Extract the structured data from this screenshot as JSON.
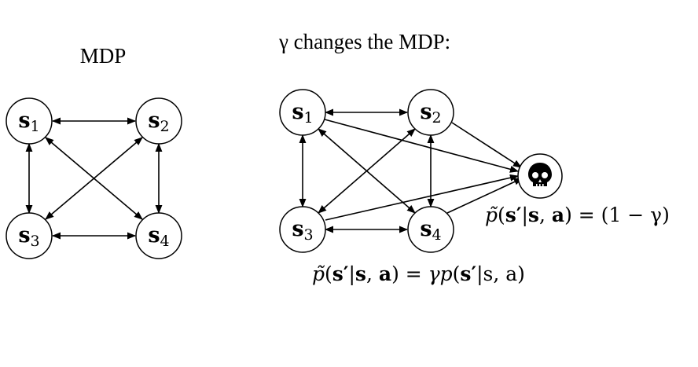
{
  "left_diagram": {
    "title": "MDP",
    "nodes": [
      {
        "id": "s1",
        "base": "s",
        "sub": "1"
      },
      {
        "id": "s2",
        "base": "s",
        "sub": "2"
      },
      {
        "id": "s3",
        "base": "s",
        "sub": "3"
      },
      {
        "id": "s4",
        "base": "s",
        "sub": "4"
      }
    ]
  },
  "right_diagram": {
    "title": "γ changes the MDP:",
    "nodes": [
      {
        "id": "s1",
        "base": "s",
        "sub": "1"
      },
      {
        "id": "s2",
        "base": "s",
        "sub": "2"
      },
      {
        "id": "s3",
        "base": "s",
        "sub": "3"
      },
      {
        "id": "s4",
        "base": "s",
        "sub": "4"
      }
    ],
    "terminal_icon": "skull-icon",
    "equation_terminal": {
      "p": "p̃",
      "open": "(",
      "sprime": "s′",
      "bar": "|",
      "s": "s",
      "comma": ", ",
      "a": "a",
      "close": ")",
      "rhs": " = (1 − γ)"
    },
    "equation_transition": {
      "p": "p̃",
      "open": "(",
      "sprime": "s′",
      "bar": "|",
      "s": "s",
      "comma": ", ",
      "a": "a",
      "close": ")",
      "eq": " = ",
      "gamma": "γ",
      "p2": "p",
      "open2": "(",
      "sprime2": "s′",
      "bar2": "|s, a)"
    }
  }
}
